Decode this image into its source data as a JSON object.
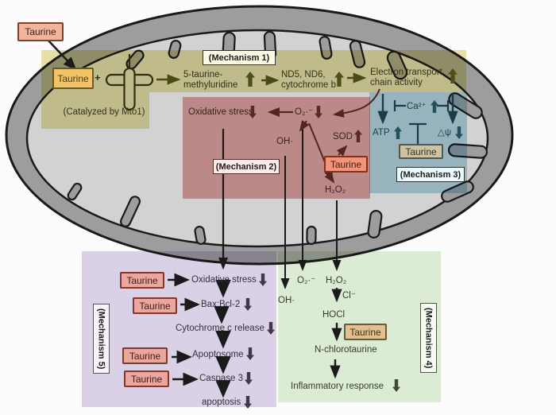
{
  "glyphs": {
    "plus": "+",
    "increase_icon": "block-arrow-up",
    "decrease_icon": "block-arrow-down"
  },
  "outside": {
    "taurine": "Taurine"
  },
  "m1": {
    "tag": "(Mechanism 1)",
    "taurine": "Taurine",
    "trna_icon": "tRNA-cloverleaf",
    "catalyzed": "(Catalyzed by Mto1)",
    "step1_l1": "5-taurine-",
    "step1_l2": "methyluridine",
    "step2_l1": "ND5, ND6,",
    "step2_l2": "cytochrome b",
    "step3_l1": "Electron transport",
    "step3_l2": "chain activity"
  },
  "m2": {
    "tag": "(Mechanism 2)",
    "oxidative_stress": "Oxidative stress",
    "superoxide": "O₂·⁻",
    "hydroxyl": "OH·",
    "sod": "SOD",
    "taurine": "Taurine",
    "h2o2": "H₂O₂"
  },
  "m3": {
    "tag": "(Mechanism 3)",
    "atp": "ATP",
    "calcium": "Ca²⁺",
    "membrane_potential": "△ψ",
    "taurine": "Taurine"
  },
  "m4": {
    "tag": "(Mechanism 4)",
    "hydroxyl": "OH·",
    "superoxide": "O₂·⁻",
    "h2o2": "H₂O₂",
    "chloride": "Cl⁻",
    "hocl": "HOCl",
    "taurine": "Taurine",
    "n_chlorotaurine": "N-chlorotaurine",
    "inflammatory": "Inflammatory response"
  },
  "m5": {
    "tag": "(Mechanism 5)",
    "taurine": "Taurine",
    "oxidative_stress": "Oxidative stress",
    "bax_bcl2": "Bax:Bcl-2",
    "cyt_c": "Cytochrome c release",
    "apoptosome": "Apoptosome",
    "caspase3": "Caspase 3",
    "apoptosis": "apoptosis"
  },
  "colors": {
    "mech1_region": "#e9e3a8",
    "mech2_region": "#e5a7a7",
    "mech3_region": "#b7d9e6",
    "mech4_region": "#dfeed7",
    "mech5_region": "#ddd4e9",
    "taurine_outside": "#f2b59b",
    "taurine_m1": "#f3c467",
    "taurine_m2": "#f2937a",
    "taurine_m3": "#cdc3a3",
    "taurine_m4": "#e3c08f",
    "taurine_m5": "#eba69d",
    "mito_membrane": "#9d9d9d",
    "mito_matrix": "#d2d2d2"
  }
}
